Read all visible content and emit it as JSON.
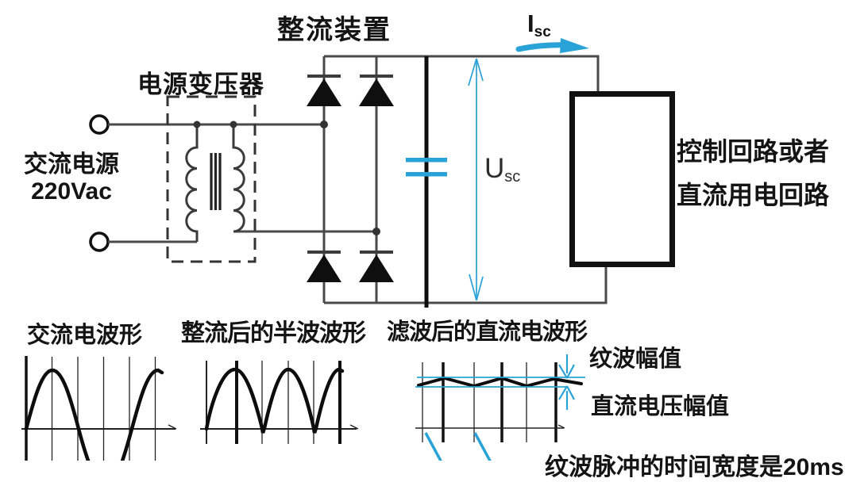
{
  "colors": {
    "accent": "#29a3d7",
    "wire": "#4a4a4a",
    "ink": "#0d0d0d"
  },
  "circuit": {
    "rectifier_label": "整流装置",
    "transformer_label": "电源变压器",
    "ac_source_line1": "交流电源",
    "ac_source_line2": "220Vac",
    "current_label": {
      "base": "I",
      "sub": "sc"
    },
    "voltage_label": {
      "base": "U",
      "sub": "sc"
    },
    "load_label_line1": "控制回路或者",
    "load_label_line2": "直流用电回路"
  },
  "waveforms": {
    "ac_title": "交流电波形",
    "rectified_title": "整流后的半波波形",
    "filtered_title": "滤波后的直流电波形",
    "ripple_amplitude_label": "纹波幅值",
    "dc_amplitude_label": "直流电压幅值",
    "ripple_width_note": "纹波脉冲的时间宽度是20ms"
  }
}
